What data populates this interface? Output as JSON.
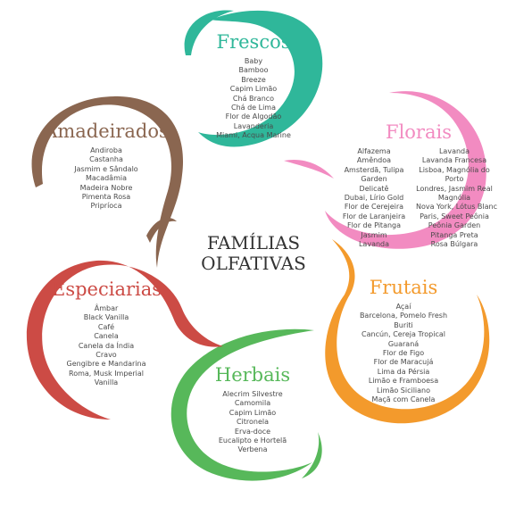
{
  "title": {
    "line1": "FAMÍLIAS",
    "line2": "OLFATIVAS"
  },
  "colors": {
    "frescos": "#2fb79a",
    "florais": "#f28bc1",
    "frutais": "#f39a2c",
    "herbais": "#57b85a",
    "especiarias": "#cc4b45",
    "amadeirados": "#8a6650"
  },
  "families": {
    "frescos": {
      "name": "Frescos",
      "items": [
        "Baby",
        "Bamboo",
        "Breeze",
        "Capim Limão",
        "Chá Branco",
        "Chá de Lima",
        "Flor de Algodão",
        "Lavanderia",
        "Miami, Acqua Marine"
      ]
    },
    "amadeirados": {
      "name": "Amadeirados",
      "items": [
        "Andiroba",
        "Castanha",
        "Jasmim e Sândalo",
        "Macadâmia",
        "Madeira Nobre",
        "Pimenta Rosa",
        "Pripríoca"
      ]
    },
    "florais": {
      "name": "Florais",
      "left": [
        "Alfazema",
        "Amêndoa",
        "Amsterdã, Tulipa",
        "Garden",
        "Delicatê",
        "Dubai, Lírio Gold",
        "Flor de Cerejeira",
        "Flor de Laranjeira",
        "Flor de Pitanga",
        "Jasmim",
        "Lavanda"
      ],
      "right": [
        "Lavanda",
        "Lavanda Francesa",
        "Lisboa, Magnólia do",
        "Porto",
        "Londres, Jasmim Real",
        "Magnólia",
        "Nova York, Lótus Blanc",
        "Paris, Sweet Peônia",
        "Peônia Garden",
        "Pitanga Preta",
        "Rosa Búlgara"
      ]
    },
    "especiarias": {
      "name": "Especiarias",
      "items": [
        "Âmbar",
        "Black Vanilla",
        "Café",
        "Canela",
        "Canela da Índia",
        "Cravo",
        "Gengibre e Mandarina",
        "Roma, Musk Imperial",
        "Vanilla"
      ]
    },
    "frutais": {
      "name": "Frutais",
      "items": [
        "Açaí",
        "Barcelona, Pomelo Fresh",
        "Buriti",
        "Cancún, Cereja Tropical",
        "Guaraná",
        "Flor de Figo",
        "Flor de Maracujá",
        "Lima da Pérsia",
        "Limão e Framboesa",
        "Limão Siciliano",
        "Maçã com Canela"
      ]
    },
    "herbais": {
      "name": "Herbais",
      "items": [
        "Alecrim Silvestre",
        "Camomila",
        "Capim Limão",
        "Citronela",
        "Erva-doce",
        "Eucalipto e Hortelã",
        "Verbena"
      ]
    }
  }
}
